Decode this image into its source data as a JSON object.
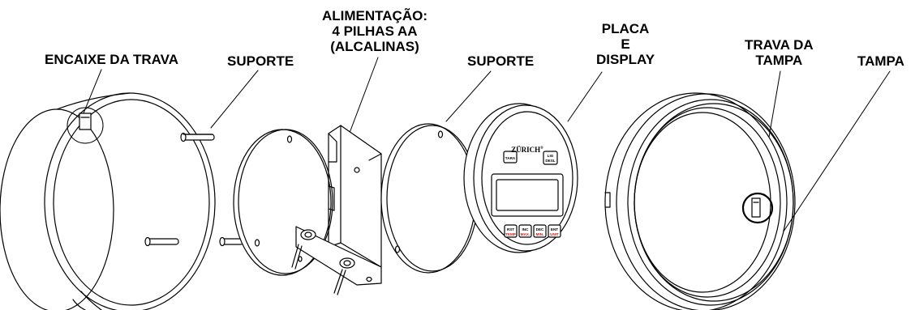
{
  "labels": {
    "encaixe": "ENCAIXE DA TRAVA",
    "suporte_left": "SUPORTE",
    "alimentacao_1": "ALIMENTAÇÃO:",
    "alimentacao_2": "4 PILHAS AA",
    "alimentacao_3": "(ALCALINAS)",
    "suporte_right": "SUPORTE",
    "placa_1": "PLACA",
    "placa_2": "E",
    "placa_3": "DISPLAY",
    "trava_1": "TRAVA DA",
    "trava_2": "TAMPA",
    "tampa": "TAMPA"
  },
  "device": {
    "brand": "ZÜRICH",
    "registered_mark": "®",
    "button_tara": "TARA",
    "button_lig_1": "LIG",
    "button_lig_2": "DESL",
    "keys": [
      {
        "top": "RST",
        "bottom": "TEMP"
      },
      {
        "top": "INC",
        "bottom": "MAX."
      },
      {
        "top": "DEC",
        "bottom": "MIN."
      },
      {
        "top": "ENT",
        "bottom": "UNIT"
      }
    ]
  }
}
